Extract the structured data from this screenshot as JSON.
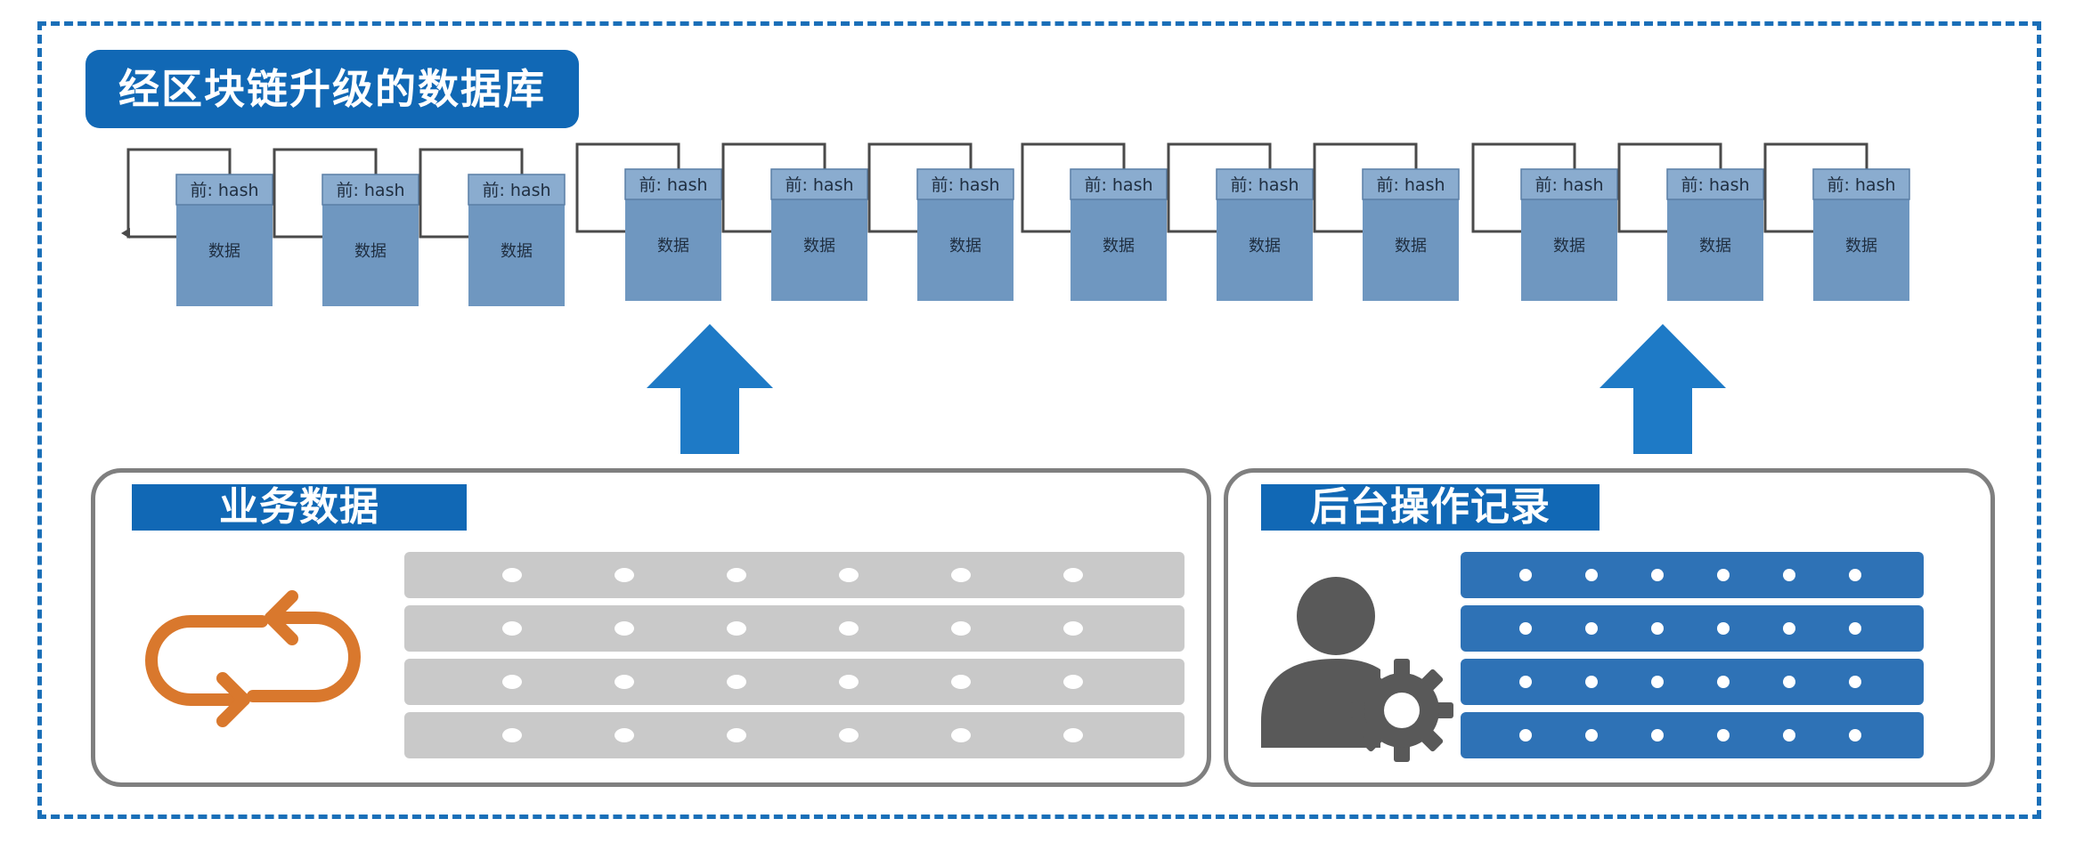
{
  "title": "经区块链升级的数据库",
  "block": {
    "header_label": "前: hash",
    "body_label": "数据"
  },
  "panels": {
    "business": {
      "label": "业务数据",
      "rows": 4,
      "dots_per_row": 6
    },
    "backend": {
      "label": "后台操作记录",
      "rows": 4,
      "dots_per_row": 6
    }
  },
  "colors": {
    "frame": "#1a6fb8",
    "accent": "#1168b5",
    "arrow": "#1e7ac6",
    "block_fill": "#6f97c0",
    "block_header": "#8aaccf",
    "grey_row": "#c9c9c9",
    "blue_row": "#2e72b6",
    "sync_icon": "#d9782d",
    "admin_icon": "#595959"
  },
  "icons": {
    "sync": "sync-arrows-icon",
    "admin": "user-gear-icon"
  }
}
